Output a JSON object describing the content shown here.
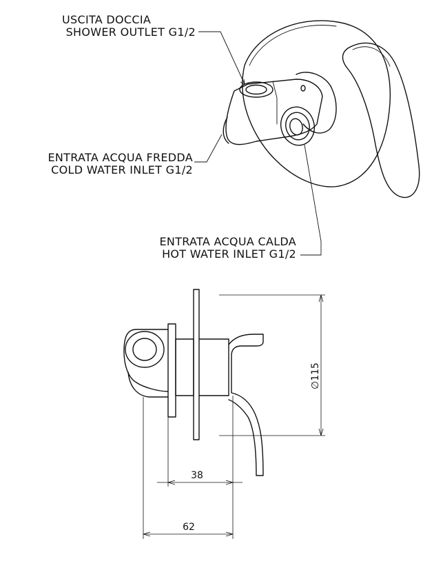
{
  "callouts": {
    "shower_outlet": {
      "line1": "USCITA DOCCIA",
      "line2": "SHOWER OUTLET G1/2"
    },
    "cold_inlet": {
      "line1": "ENTRATA ACQUA FREDDA",
      "line2": "COLD WATER INLET G1/2"
    },
    "hot_inlet": {
      "line1": "ENTRATA ACQUA CALDA",
      "line2": "HOT WATER INLET G1/2"
    }
  },
  "dimensions": {
    "diameter": "∅115",
    "depth_short": "38",
    "depth_long": "62"
  },
  "colors": {
    "line": "#111111",
    "background": "#ffffff"
  }
}
